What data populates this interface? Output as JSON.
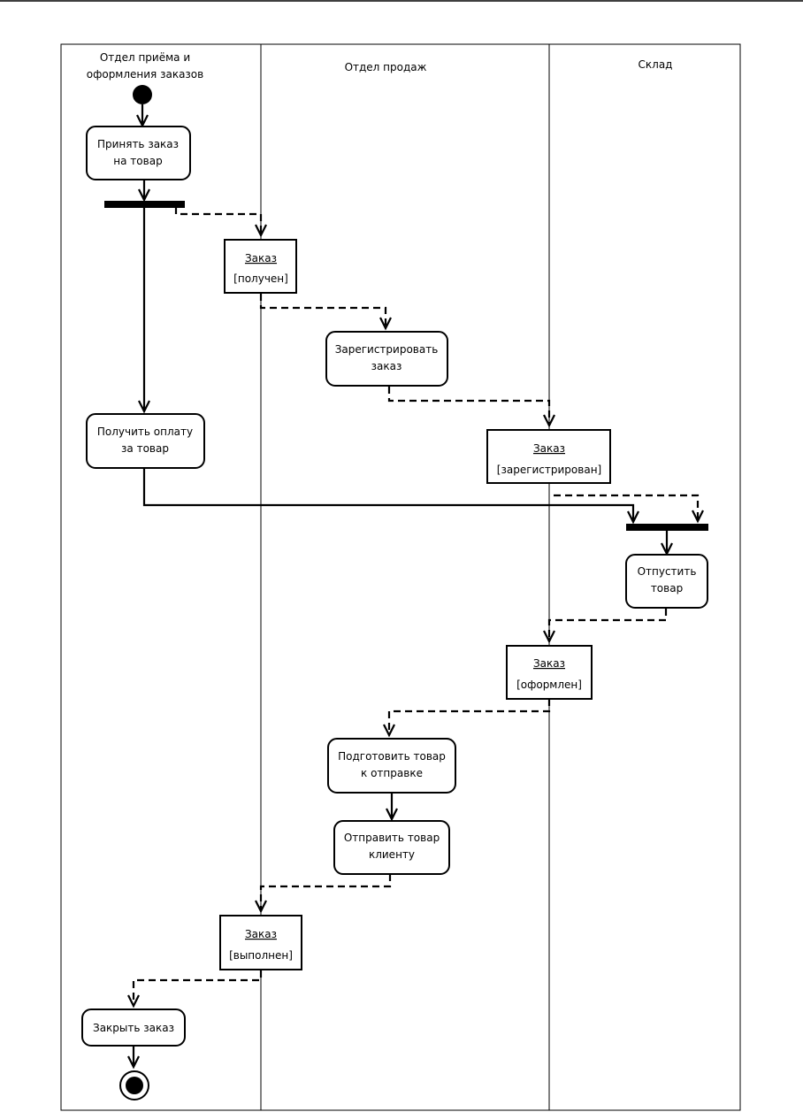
{
  "lanes": {
    "reception_l1": "Отдел приёма и",
    "reception_l2": "оформления заказов",
    "sales": "Отдел продаж",
    "warehouse": "Склад"
  },
  "activities": {
    "accept_l1": "Принять заказ",
    "accept_l2": "на товар",
    "payment_l1": "Получить оплату",
    "payment_l2": "за товар",
    "register_l1": "Зарегистрировать",
    "register_l2": "заказ",
    "release_l1": "Отпустить",
    "release_l2": "товар",
    "prepare_l1": "Подготовить товар",
    "prepare_l2": "к отправке",
    "send_l1": "Отправить товар",
    "send_l2": "клиенту",
    "close": "Закрыть заказ"
  },
  "objects": {
    "received_name": "Заказ",
    "received_state": "[получен]",
    "registered_name": "Заказ",
    "registered_state": "[зарегистрирован]",
    "issued_name": "Заказ",
    "issued_state": "[оформлен]",
    "completed_name": "Заказ",
    "completed_state": "[выполнен]"
  }
}
